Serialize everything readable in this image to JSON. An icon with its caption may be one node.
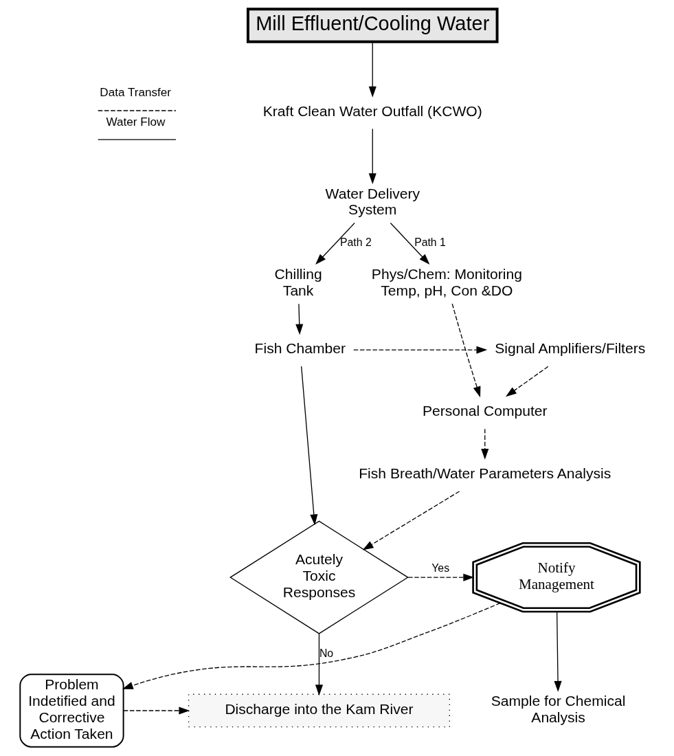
{
  "diagram": {
    "nodes": [
      {
        "text": [
          "Mill Effluent/Cooling Water"
        ]
      },
      {
        "text": [
          "Kraft Clean Water Outfall (KCWO)"
        ]
      },
      {
        "text": [
          "Water Delivery System"
        ]
      },
      {
        "text": [
          "Chilling Tank"
        ]
      },
      {
        "text": [
          "Phys/Chem: Monitoring Temp, pH, Con &DO"
        ]
      },
      {
        "text": [
          "Fish Chamber"
        ]
      },
      {
        "text": [
          "Signal Amplifiers/Filters"
        ]
      },
      {
        "text": [
          "Personal Computer"
        ]
      },
      {
        "text": [
          "Fish Breath/Water Parameters Analysis"
        ]
      },
      {
        "text": [
          "Acutely Toxic Responses"
        ]
      },
      {
        "text": [
          "Sample for Chemical Analysis"
        ]
      },
      {
        "text": [
          "Notify Management"
        ]
      },
      {
        "text": [
          "Problem Indetified and Corrective Action Taken"
        ]
      },
      {
        "text": [
          "Discharge into the Kam River"
        ]
      }
    ],
    "edges": [
      {
        "from": 0,
        "to": 1,
        "arrow": "to"
      },
      {
        "from": 1,
        "to": 2,
        "arrow": "to"
      },
      {
        "from": 2,
        "to": 3,
        "arrow": "to",
        "label": "Path 2"
      },
      {
        "from": 2,
        "to": 4,
        "arrow": "to",
        "label": "Path 1"
      },
      {
        "from": 3,
        "to": 5,
        "arrow": "to"
      },
      {
        "from": 5,
        "to": 6,
        "arrow": "to",
        "style": "dashed"
      },
      {
        "from": 6,
        "to": 7,
        "arrow": "to",
        "style": "dashed"
      },
      {
        "from": 4,
        "to": 7,
        "arrow": "to",
        "style": "dashed"
      },
      {
        "from": 7,
        "to": 8,
        "arrow": "to",
        "style": "dashed"
      },
      {
        "from": 8,
        "to": 9,
        "arrow": "to",
        "style": "dashed"
      },
      {
        "from": 5,
        "to": 9,
        "arrow": "to"
      },
      {
        "from": 9,
        "to": 11,
        "arrow": "to",
        "label": "Yes",
        "style": "dashed"
      },
      {
        "from": 9,
        "to": 13,
        "arrow": "to",
        "label": "No"
      },
      {
        "from": 11,
        "to": 10,
        "arrow": "to"
      },
      {
        "from": 11,
        "to": 12,
        "arrow": "to",
        "style": "dashed"
      },
      {
        "from": 12,
        "to": 13,
        "arrow": "to",
        "style": "dashed"
      }
    ],
    "legend": [
      {
        "text": "Data Transfer"
      },
      {
        "text": "Water Flow"
      }
    ]
  }
}
